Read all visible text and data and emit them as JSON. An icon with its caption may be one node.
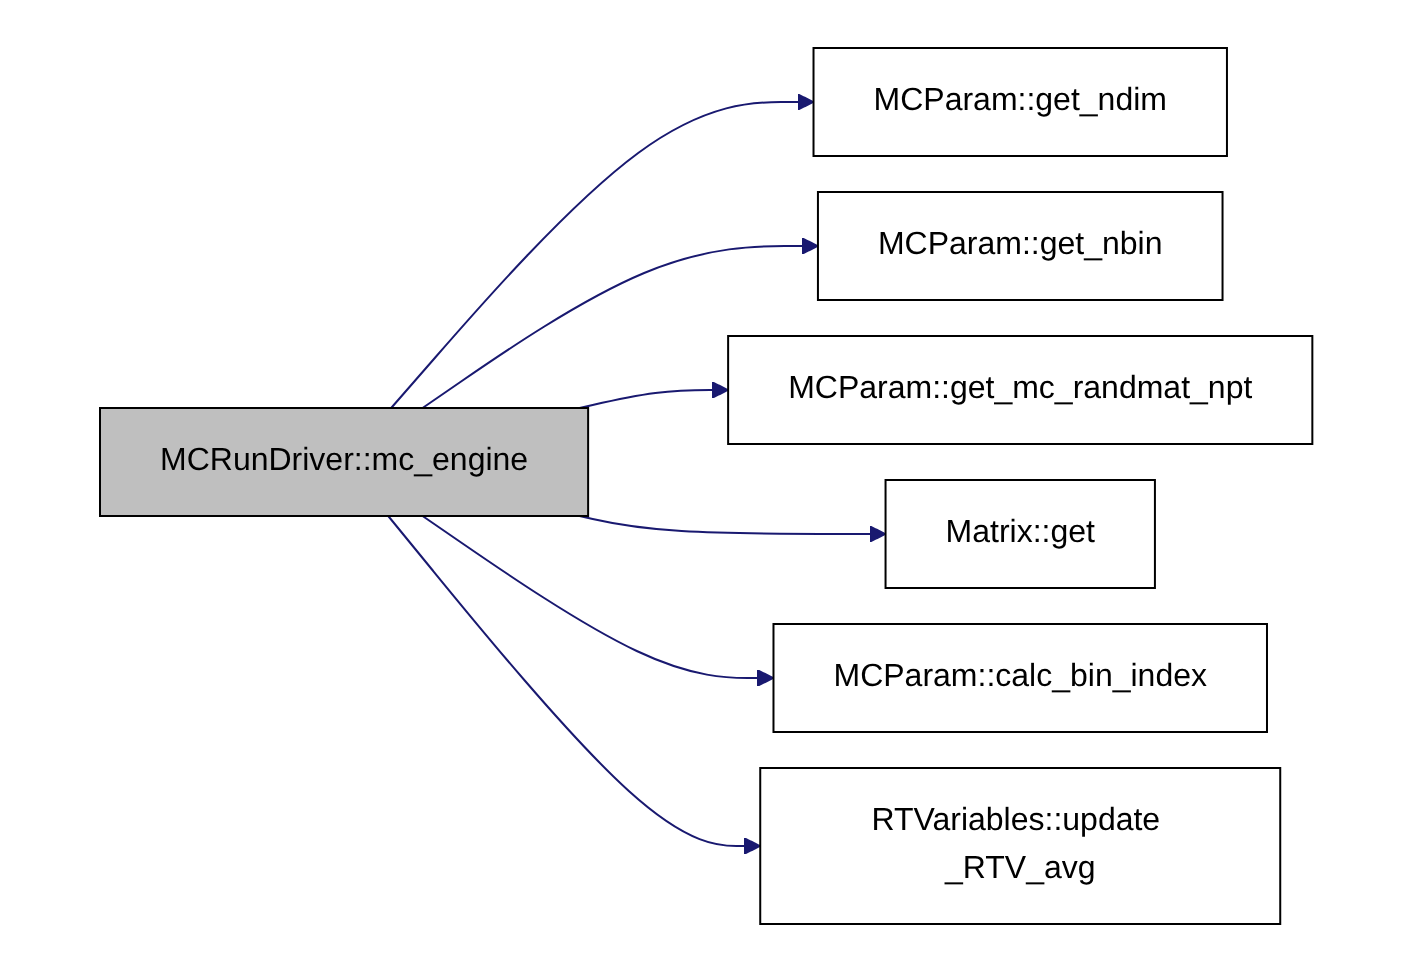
{
  "diagram": {
    "nodes": [
      {
        "text": [
          "MCRunDriver::mc_engine"
        ]
      },
      {
        "text": [
          "MCParam::get_ndim"
        ]
      },
      {
        "text": [
          "MCParam::get_nbin"
        ]
      },
      {
        "text": [
          "MCParam::get_mc_randmat_npt"
        ]
      },
      {
        "text": [
          "Matrix::get"
        ]
      },
      {
        "text": [
          "MCParam::calc_bin_index"
        ]
      },
      {
        "text": [
          "RTVariables::update _RTV_avg"
        ]
      }
    ],
    "edges": [
      {
        "from": 0,
        "to": 1,
        "arrow": "to"
      },
      {
        "from": 0,
        "to": 2,
        "arrow": "to"
      },
      {
        "from": 0,
        "to": 3,
        "arrow": "to"
      },
      {
        "from": 0,
        "to": 4,
        "arrow": "to"
      },
      {
        "from": 0,
        "to": 5,
        "arrow": "to"
      },
      {
        "from": 0,
        "to": 6,
        "arrow": "to"
      }
    ]
  }
}
